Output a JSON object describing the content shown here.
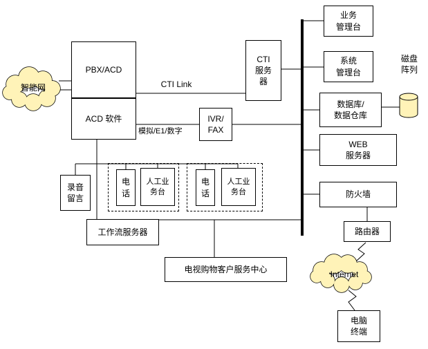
{
  "diagram": {
    "nodes": {
      "pbx_acd": "PBX/ACD",
      "acd_software": "ACD 软件",
      "cti_server": "CTI\n服务\n器",
      "ivr_fax": "IVR/\nFAX",
      "recording": "录音\n留言",
      "phone_1": "电\n话",
      "agent_desk_1": "人工业\n务台",
      "phone_2": "电\n话",
      "agent_desk_2": "人工业\n务台",
      "workflow_server": "工作流服务器",
      "service_center": "电视购物客户服务中心",
      "business_console": "业务\n管理台",
      "system_console": "系统\n管理台",
      "database": "数据库/\n数据仓库",
      "web_server": "WEB\n服务器",
      "firewall": "防火墙",
      "router": "路由器",
      "terminal": "电脑\n终端",
      "intelligent_network": "智能网",
      "internet": "Internet",
      "disk_array": "磁盘\n阵列"
    },
    "edge_labels": {
      "cti_link": "CTI  Link",
      "analog_e1_digital": "模拟/E1/数字"
    },
    "colors": {
      "cloud_fill": "#FFF3B8",
      "disk_fill": "#FFF3B8",
      "line": "#000000",
      "box_fill": "#FFFFFF"
    }
  }
}
